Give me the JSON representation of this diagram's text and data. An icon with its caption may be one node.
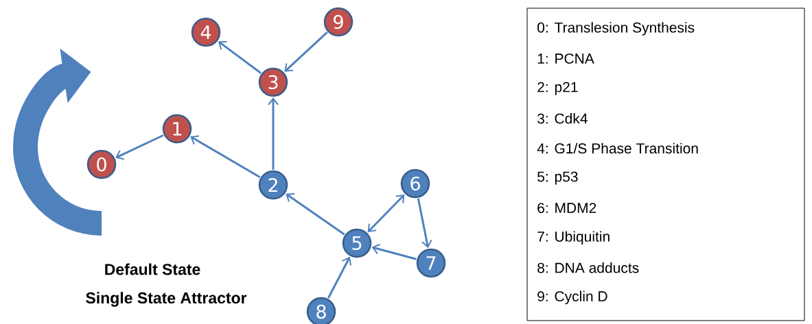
{
  "diagram": {
    "nodes": [
      {
        "text": [
          "0"
        ]
      },
      {
        "text": [
          "1"
        ]
      },
      {
        "text": [
          "2"
        ]
      },
      {
        "text": [
          "3"
        ]
      },
      {
        "text": [
          "4"
        ]
      },
      {
        "text": [
          "5"
        ]
      },
      {
        "text": [
          "6"
        ]
      },
      {
        "text": [
          "7"
        ]
      },
      {
        "text": [
          "8"
        ]
      },
      {
        "text": [
          "9"
        ]
      },
      {
        "text": [
          "0: Translesion Synthesis",
          "1: PCNA",
          "2: p21",
          "3: Cdk4",
          "4: G1/S Phase Transition",
          "5: p53",
          "6: MDM2",
          "7: Ubiquitin",
          "8: DNA adducts",
          "9: Cyclin D"
        ]
      }
    ],
    "edges": [
      {
        "from": 1,
        "to": 0,
        "arrow": "to"
      },
      {
        "from": 2,
        "to": 1,
        "arrow": "to"
      },
      {
        "from": 2,
        "to": 3,
        "arrow": "to"
      },
      {
        "from": 3,
        "to": 4,
        "arrow": "to"
      },
      {
        "from": 9,
        "to": 3,
        "arrow": "to"
      },
      {
        "from": 5,
        "to": 2,
        "arrow": "to"
      },
      {
        "from": 5,
        "to": 6,
        "arrow": "both"
      },
      {
        "from": 6,
        "to": 7,
        "arrow": "to"
      },
      {
        "from": 7,
        "to": 5,
        "arrow": "to"
      },
      {
        "from": 8,
        "to": 5,
        "arrow": "to"
      }
    ],
    "labels": [
      "Default State",
      "Single State Attractor"
    ]
  }
}
